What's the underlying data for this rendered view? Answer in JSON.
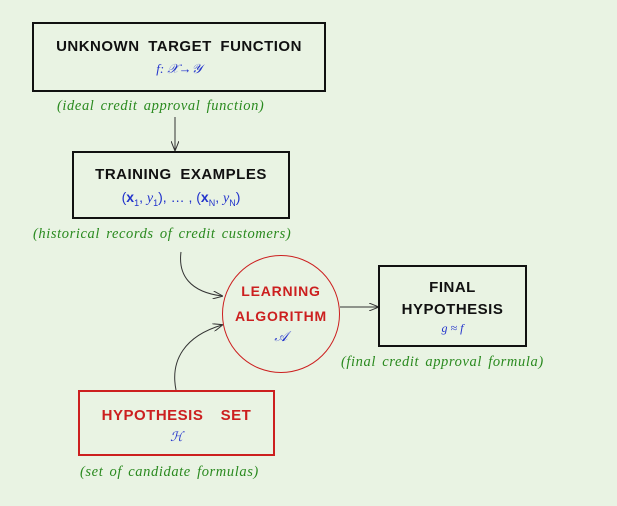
{
  "target_function": {
    "title": "UNKNOWN TARGET FUNCTION",
    "formula": "f: 𝒳→𝒴",
    "caption": "(ideal credit approval function)"
  },
  "training_examples": {
    "title": "TRAINING EXAMPLES",
    "formula_open": "(",
    "x1": "x",
    "sub1": "1",
    "sep1": ", ",
    "y1": "y",
    "suby1": "1",
    "middle": "), … , (",
    "xn": "x",
    "subn": "N",
    "sep2": ", ",
    "yn": "y",
    "subyn": "N",
    "formula_close": ")",
    "caption": "(historical records of credit customers)"
  },
  "learning_algorithm": {
    "line1": "LEARNING",
    "line2": "ALGORITHM",
    "symbol": "𝒜"
  },
  "final_hypothesis": {
    "line1": "FINAL",
    "line2": "HYPOTHESIS",
    "formula": "g ≈ f",
    "caption": "(final credit approval formula)"
  },
  "hypothesis_set": {
    "title": "HYPOTHESIS  SET",
    "symbol": "ℋ",
    "caption": "(set of candidate formulas)"
  },
  "colors": {
    "background": "#e9f3e3",
    "box_border": "#111111",
    "accent_red": "#cc1f1f",
    "math_blue": "#2233cc",
    "caption_green": "#2a8a1f"
  }
}
